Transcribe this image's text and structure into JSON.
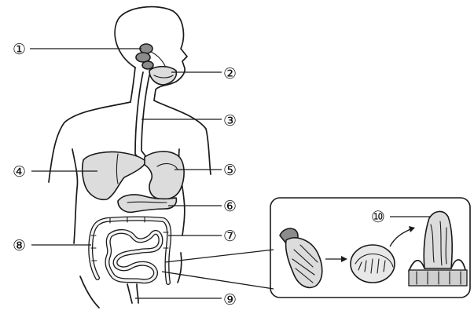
{
  "labels": {
    "n1": "①",
    "n2": "②",
    "n3": "③",
    "n4": "④",
    "n5": "⑤",
    "n6": "⑥",
    "n7": "⑦",
    "n8": "⑧",
    "n9": "⑨",
    "n10": "⑩"
  }
}
